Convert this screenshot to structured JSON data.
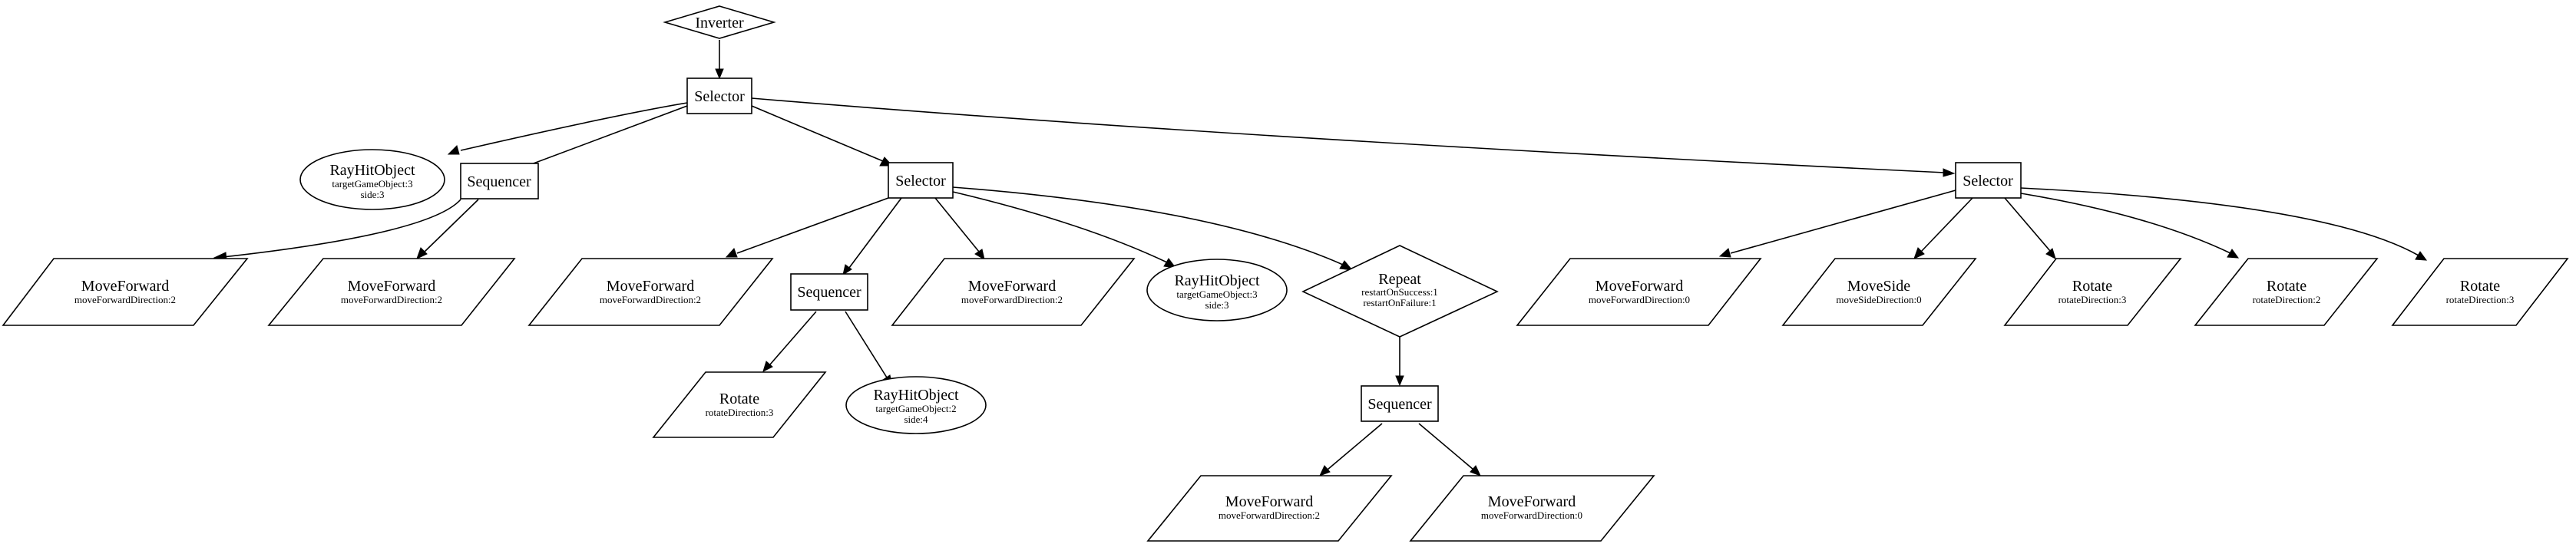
{
  "nodes": {
    "n0": {
      "label": "Inverter",
      "params": []
    },
    "n1": {
      "label": "Selector",
      "params": []
    },
    "n2": {
      "label": "RayHitObject",
      "params": [
        "targetGameObject:3",
        "side:3"
      ]
    },
    "n3": {
      "label": "Sequencer",
      "params": []
    },
    "n4": {
      "label": "MoveForward",
      "params": [
        "moveForwardDirection:2"
      ]
    },
    "n5": {
      "label": "MoveForward",
      "params": [
        "moveForwardDirection:2"
      ]
    },
    "n6": {
      "label": "Selector",
      "params": []
    },
    "n7": {
      "label": "MoveForward",
      "params": [
        "moveForwardDirection:2"
      ]
    },
    "n8": {
      "label": "Sequencer",
      "params": []
    },
    "n9": {
      "label": "Rotate",
      "params": [
        "rotateDirection:3"
      ]
    },
    "n10": {
      "label": "RayHitObject",
      "params": [
        "targetGameObject:2",
        "side:4"
      ]
    },
    "n11": {
      "label": "MoveForward",
      "params": [
        "moveForwardDirection:2"
      ]
    },
    "n12": {
      "label": "RayHitObject",
      "params": [
        "targetGameObject:3",
        "side:3"
      ]
    },
    "n13": {
      "label": "Repeat",
      "params": [
        "restartOnSuccess:1",
        "restartOnFailure:1"
      ]
    },
    "n14": {
      "label": "Sequencer",
      "params": []
    },
    "n15": {
      "label": "MoveForward",
      "params": [
        "moveForwardDirection:2"
      ]
    },
    "n16": {
      "label": "MoveForward",
      "params": [
        "moveForwardDirection:0"
      ]
    },
    "n17": {
      "label": "Selector",
      "params": []
    },
    "n18": {
      "label": "MoveForward",
      "params": [
        "moveForwardDirection:0"
      ]
    },
    "n19": {
      "label": "MoveSide",
      "params": [
        "moveSideDirection:0"
      ]
    },
    "n20": {
      "label": "Rotate",
      "params": [
        "rotateDirection:3"
      ]
    },
    "n21": {
      "label": "Rotate",
      "params": [
        "rotateDirection:2"
      ]
    },
    "n22": {
      "label": "Rotate",
      "params": [
        "rotateDirection:3"
      ]
    }
  }
}
